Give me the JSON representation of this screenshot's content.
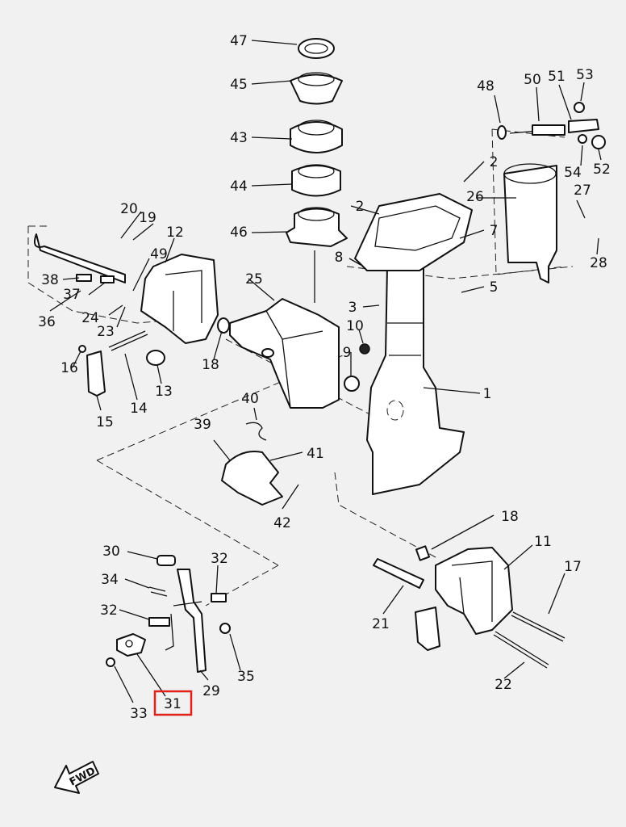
{
  "diagram": {
    "highlighted_label": "31",
    "highlight_color": "#e0201b",
    "background_color": "#f1f1f1",
    "fwd_label": "FWD",
    "labels": [
      "47",
      "45",
      "43",
      "44",
      "46",
      "48",
      "50",
      "51",
      "53",
      "54",
      "52",
      "2",
      "26",
      "27",
      "28",
      "7",
      "5",
      "2",
      "8",
      "3",
      "10",
      "9",
      "1",
      "25",
      "20",
      "19",
      "12",
      "49",
      "38",
      "37",
      "24",
      "23",
      "36",
      "16",
      "15",
      "14",
      "13",
      "18",
      "40",
      "39",
      "41",
      "42",
      "18",
      "11",
      "17",
      "21",
      "22",
      "30",
      "32",
      "34",
      "32",
      "33",
      "31",
      "29",
      "35"
    ]
  }
}
